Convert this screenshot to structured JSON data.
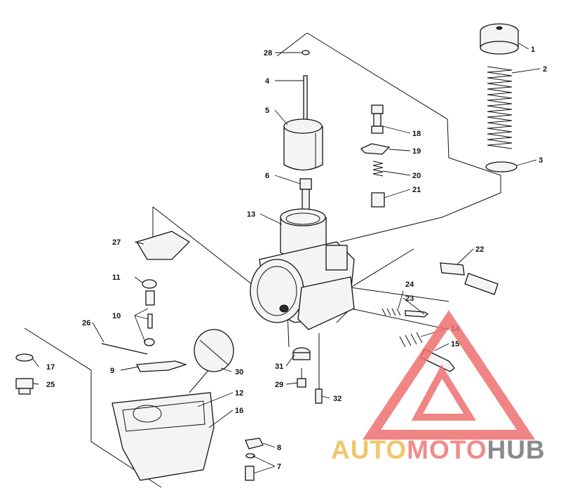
{
  "callouts": [
    "1",
    "2",
    "3",
    "4",
    "5",
    "6",
    "7",
    "8",
    "9",
    "10",
    "11",
    "12",
    "13",
    "14",
    "15",
    "16",
    "17",
    "18",
    "19",
    "20",
    "21",
    "22",
    "23",
    "24",
    "25",
    "26",
    "27",
    "28",
    "29",
    "30",
    "31",
    "32"
  ],
  "watermark": {
    "part1": "AUTO",
    "part2": "MOTO",
    "part3": "HUB",
    "color1": "#f2c66b",
    "color2": "#f08c8c",
    "color3": "#8a8a8a",
    "logo_color": "#ef6f6f"
  }
}
